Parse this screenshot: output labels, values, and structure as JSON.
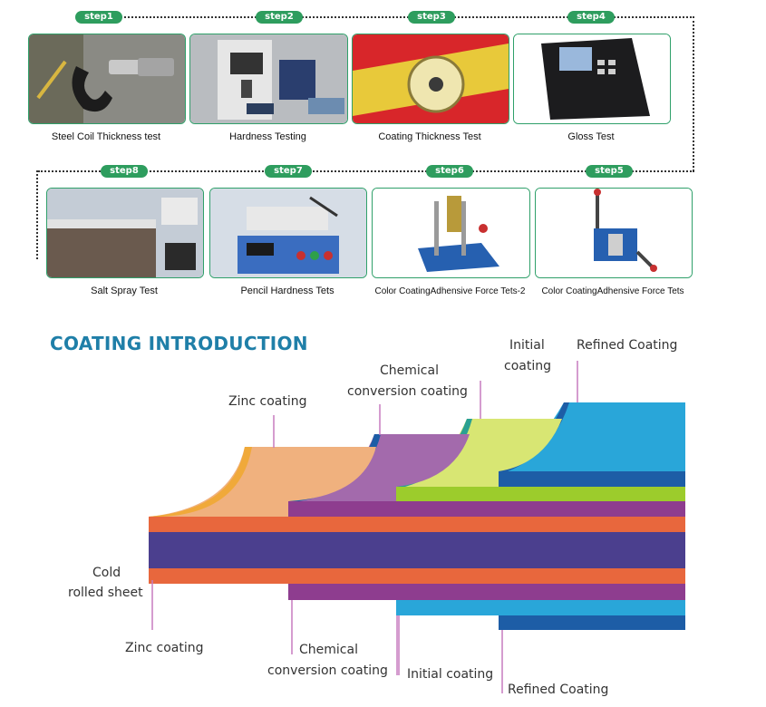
{
  "steps": [
    {
      "badge": "step1",
      "caption": "Steel Coil Thickness test",
      "photo_icon": "micrometer-photo"
    },
    {
      "badge": "step2",
      "caption": "Hardness Testing",
      "photo_icon": "hardness-tester-photo"
    },
    {
      "badge": "step3",
      "caption": "Coating Thickness Test",
      "photo_icon": "coating-gauge-photo"
    },
    {
      "badge": "step4",
      "caption": "Gloss Test",
      "photo_icon": "gloss-meter-photo"
    },
    {
      "badge": "step5",
      "caption": "Color CoatingAdhensive Force Tets",
      "photo_icon": "impact-tester-photo"
    },
    {
      "badge": "step6",
      "caption": "Color CoatingAdhensive Force Tets-2",
      "photo_icon": "drop-tester-photo"
    },
    {
      "badge": "step7",
      "caption": "Pencil Hardness Tets",
      "photo_icon": "pencil-tester-photo"
    },
    {
      "badge": "step8",
      "caption": "Salt Spray Test",
      "photo_icon": "salt-spray-photo"
    }
  ],
  "section_title": "COATING INTRODUCTION",
  "labels": {
    "zinc_top": "Zinc coating",
    "chem_top_1": "Chemical",
    "chem_top_2": "conversion coating",
    "initial_top_1": "Initial",
    "initial_top_2": "coating",
    "refined_top": "Refined Coating",
    "cold_1": "Cold",
    "cold_2": "rolled sheet",
    "zinc_bottom": "Zinc coating",
    "chem_bottom_1": "Chemical",
    "chem_bottom_2": "conversion coating",
    "initial_bottom": "Initial coating",
    "refined_bottom": "Refined Coating"
  },
  "colors": {
    "badge_green": "#2e9d5e",
    "title_blue": "#1f7fa8",
    "core_purple": "#4b3f8e",
    "zinc_orange": "#e8673d",
    "zinc_peach": "#f0b17e",
    "chem_purple": "#8e3d8f",
    "chem_light": "#a36aac",
    "initial_green": "#9ccc2c",
    "initial_light": "#d8e673",
    "refined_blue": "#29a6d9",
    "refined_dark": "#1d5da6",
    "leader_pink": "#c77bbf"
  }
}
